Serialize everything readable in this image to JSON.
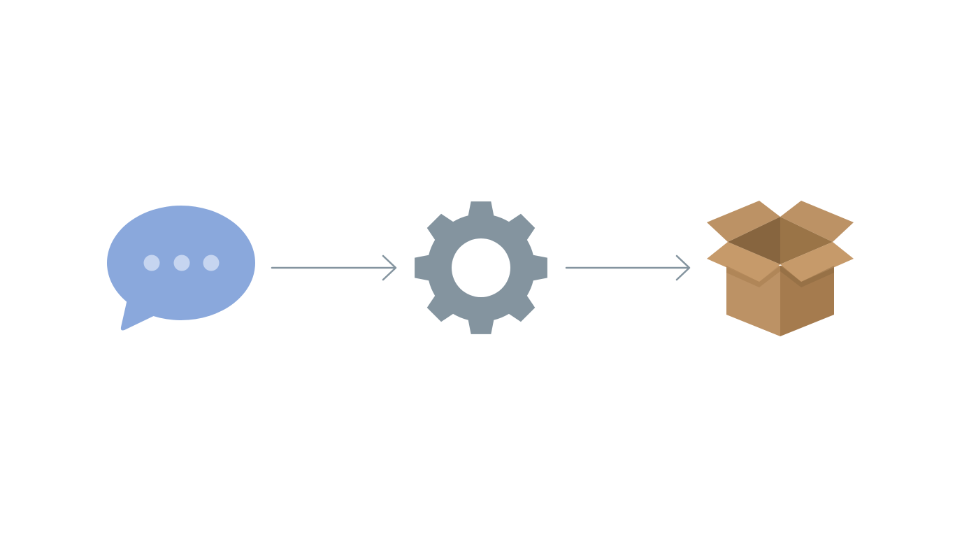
{
  "diagram": {
    "nodes": [
      {
        "id": "chat",
        "icon": "chat-bubble-icon"
      },
      {
        "id": "process",
        "icon": "gear-icon"
      },
      {
        "id": "output",
        "icon": "open-box-icon"
      }
    ],
    "edges": [
      {
        "from": "chat",
        "to": "process"
      },
      {
        "from": "process",
        "to": "output"
      }
    ]
  },
  "colors": {
    "background": "#ffffff",
    "chat_bubble": "#8aa8dc",
    "chat_dots": "#c6d5f0",
    "gear": "#84949f",
    "arrow": "#84949f",
    "box_light": "#bc9265",
    "box_mid": "#a57b4e",
    "box_dark": "#87653f"
  }
}
